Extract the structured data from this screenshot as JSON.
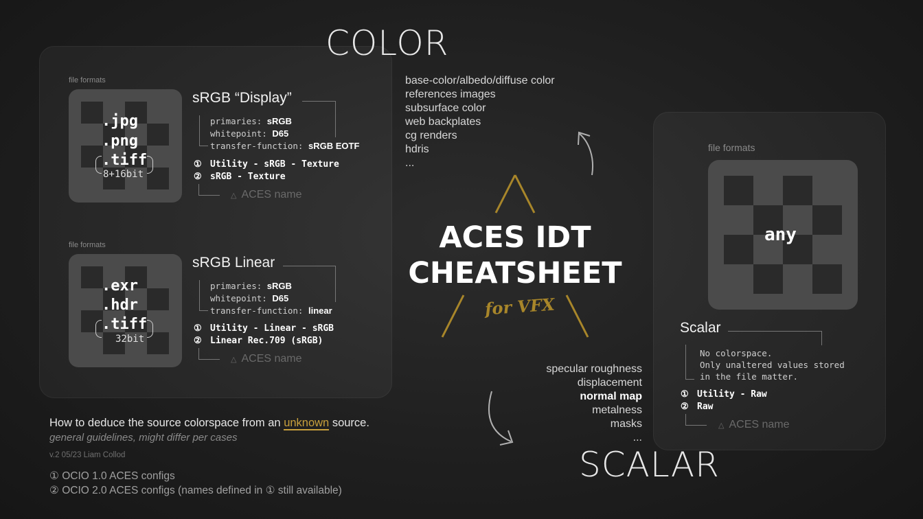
{
  "headings": {
    "color": "COLOR",
    "scalar": "SCALAR"
  },
  "title": {
    "line1": "ACES IDT",
    "line2": "CHEATSHEET",
    "sub": "for VFX"
  },
  "display_block": {
    "file_formats_label": "file formats",
    "extensions": [
      ".jpg",
      ".png",
      ".tiff"
    ],
    "bits": "8+16bit",
    "colorspace_title": "sRGB “Display”",
    "properties": [
      {
        "key": "primaries:",
        "value": "sRGB"
      },
      {
        "key": "whitepoint:",
        "value": "D65"
      },
      {
        "key": "transfer-function:",
        "value": "sRGB EOTF"
      }
    ],
    "aces_names": [
      {
        "num": "①",
        "name": "Utility - sRGB - Texture"
      },
      {
        "num": "②",
        "name": "sRGB - Texture"
      }
    ],
    "aces_label": "ACES name"
  },
  "linear_block": {
    "file_formats_label": "file formats",
    "extensions": [
      ".exr",
      ".hdr",
      ".tiff"
    ],
    "bits": "32bit",
    "colorspace_title": "sRGB Linear",
    "properties": [
      {
        "key": "primaries:",
        "value": "sRGB"
      },
      {
        "key": "whitepoint:",
        "value": "D65"
      },
      {
        "key": "transfer-function:",
        "value": "linear"
      }
    ],
    "aces_names": [
      {
        "num": "①",
        "name": "Utility - Linear - sRGB"
      },
      {
        "num": "②",
        "name": "Linear Rec.709 (sRGB)"
      }
    ],
    "aces_label": "ACES name"
  },
  "scalar_block": {
    "file_formats_label": "file formats",
    "extension": "any",
    "colorspace_title": "Scalar",
    "description": [
      "No colorspace.",
      "Only unaltered values stored",
      "in the file matter."
    ],
    "aces_names": [
      {
        "num": "①",
        "name": "Utility - Raw"
      },
      {
        "num": "②",
        "name": "Raw"
      }
    ],
    "aces_label": "ACES name"
  },
  "color_uses": [
    "base-color/albedo/diffuse color",
    "references images",
    "subsurface color",
    "web backplates",
    "cg renders",
    "hdris",
    "..."
  ],
  "scalar_uses": [
    {
      "text": "specular roughness",
      "bold": false
    },
    {
      "text": "displacement",
      "bold": false
    },
    {
      "text": "normal map",
      "bold": true
    },
    {
      "text": "metalness",
      "bold": false
    },
    {
      "text": "masks",
      "bold": false
    },
    {
      "text": "...",
      "bold": false
    }
  ],
  "footer": {
    "line1_pre": "How to deduce the source colorspace from an ",
    "line1_highlight": "unknown",
    "line1_post": " source.",
    "line2": "general guidelines, might differ per cases",
    "version": "v.2 05/23 Liam Collod",
    "note1": "① OCIO 1.0 ACES configs",
    "note2": "② OCIO 2.0 ACES configs (names defined in ① still available)"
  },
  "colors": {
    "gold": "#a8862a",
    "highlight": "#c8a03c"
  }
}
